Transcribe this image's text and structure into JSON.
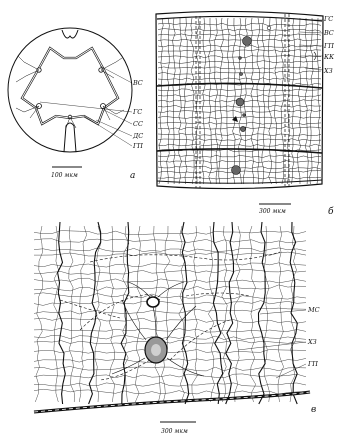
{
  "panel_a": {
    "label": "а",
    "scale_bar": "100 мкм",
    "labels": {
      "vs": "ВС",
      "gs": "ГС",
      "ss": "СС",
      "ds": "ДС",
      "gp": "ГП"
    }
  },
  "panel_b": {
    "label": "б",
    "scale_bar": "300 мкм",
    "labels": {
      "gs": "ГС",
      "vs": "ВС",
      "gp": "ГП",
      "kk": "КК",
      "hz": "ХЗ"
    }
  },
  "panel_v": {
    "label": "в",
    "scale_bar": "300 мкм",
    "labels": {
      "ms": "МС",
      "hz": "ХЗ",
      "gp": "ГП"
    }
  }
}
